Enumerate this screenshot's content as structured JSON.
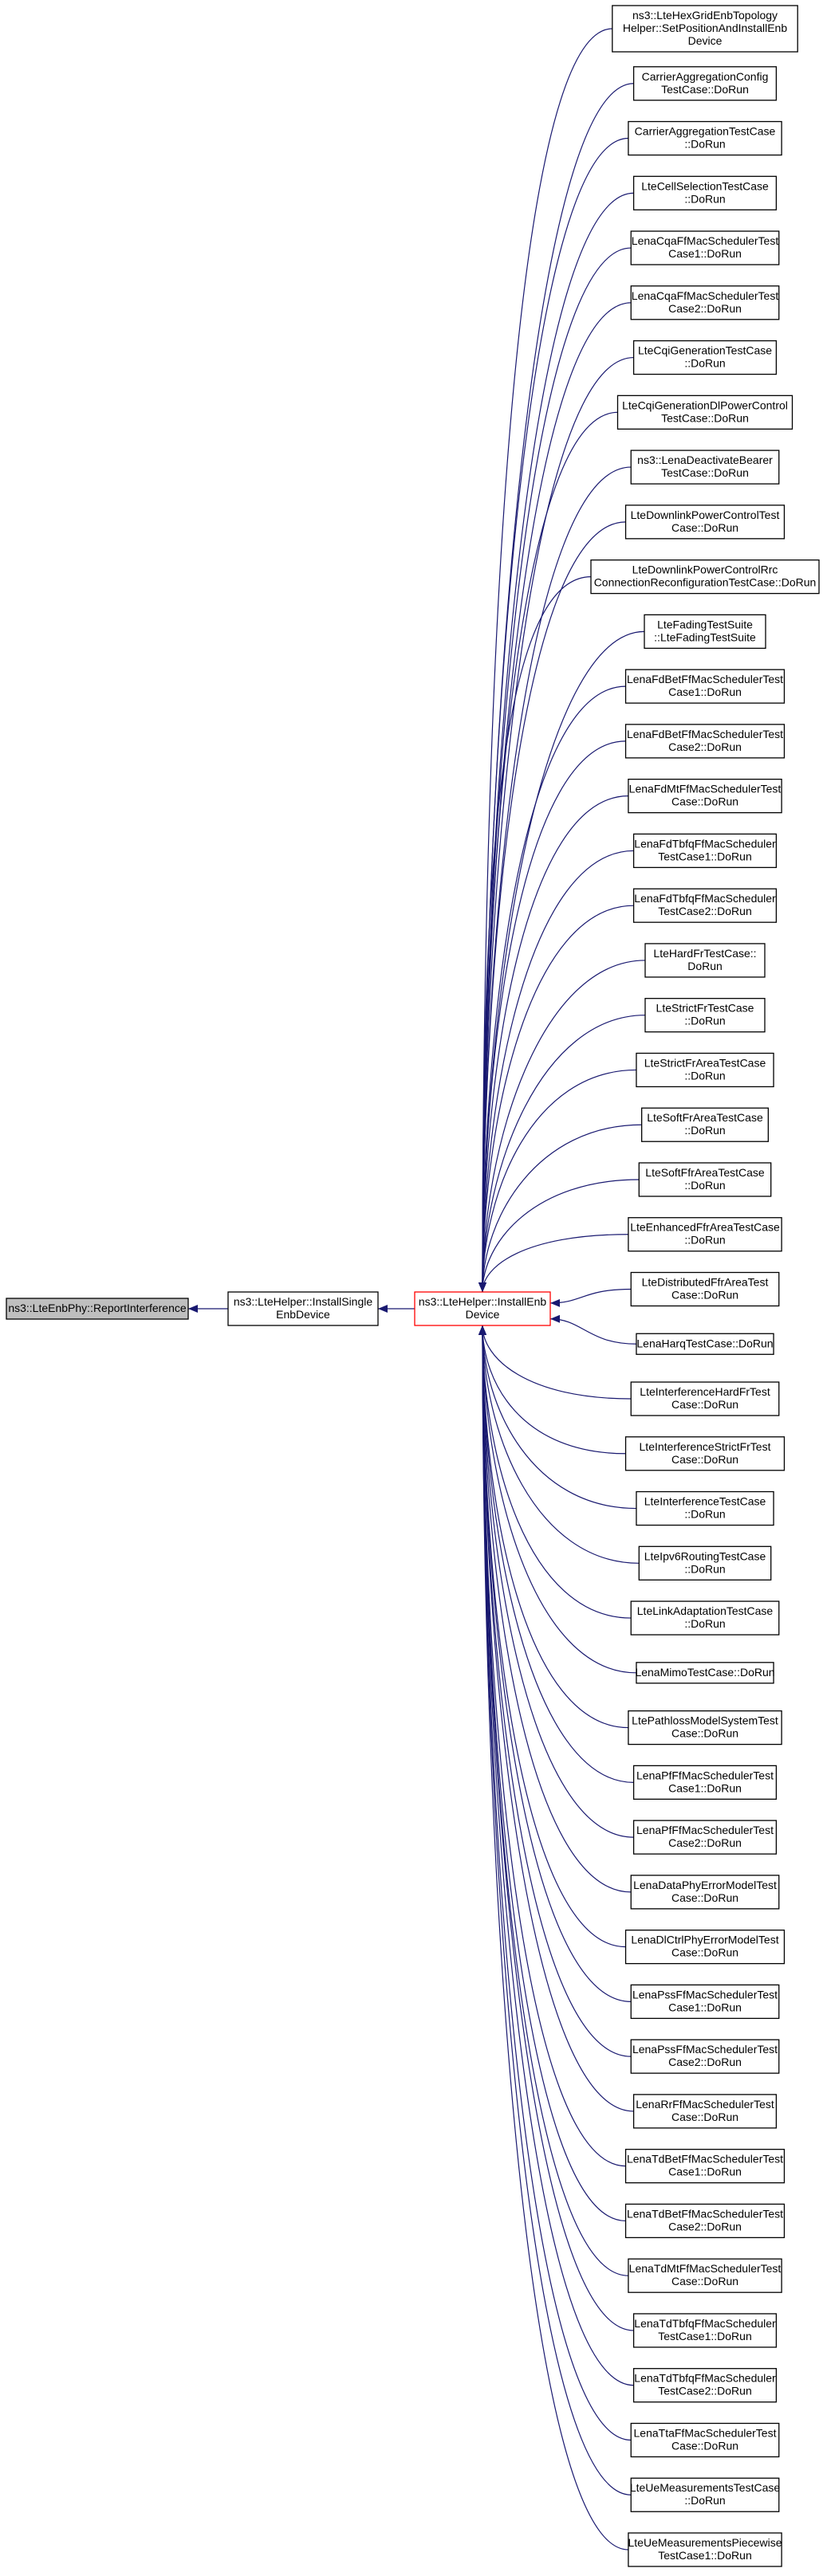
{
  "colors": {
    "edge": "#191970",
    "node_border": "#000000",
    "focus_border": "#ff0000",
    "focus_fill": "#bfbfbf",
    "node_fill": "#ffffff"
  },
  "root": {
    "lines": [
      "ns3::LteEnbPhy::ReportInterference"
    ]
  },
  "intermediate": {
    "lines": [
      "ns3::LteHelper::InstallSingle",
      "EnbDevice"
    ]
  },
  "hub": {
    "lines": [
      "ns3::LteHelper::InstallEnb",
      "Device"
    ]
  },
  "callers": [
    {
      "lines": [
        "ns3::LteHexGridEnbTopology",
        "Helper::SetPositionAndInstallEnb",
        "Device"
      ]
    },
    {
      "lines": [
        "CarrierAggregationConfig",
        "TestCase::DoRun"
      ]
    },
    {
      "lines": [
        "CarrierAggregationTestCase",
        "::DoRun"
      ]
    },
    {
      "lines": [
        "LteCellSelectionTestCase",
        "::DoRun"
      ]
    },
    {
      "lines": [
        "LenaCqaFfMacSchedulerTest",
        "Case1::DoRun"
      ]
    },
    {
      "lines": [
        "LenaCqaFfMacSchedulerTest",
        "Case2::DoRun"
      ]
    },
    {
      "lines": [
        "LteCqiGenerationTestCase",
        "::DoRun"
      ]
    },
    {
      "lines": [
        "LteCqiGenerationDlPowerControl",
        "TestCase::DoRun"
      ]
    },
    {
      "lines": [
        "ns3::LenaDeactivateBearer",
        "TestCase::DoRun"
      ]
    },
    {
      "lines": [
        "LteDownlinkPowerControlTest",
        "Case::DoRun"
      ]
    },
    {
      "lines": [
        "LteDownlinkPowerControlRrc",
        "ConnectionReconfigurationTestCase::DoRun"
      ]
    },
    {
      "lines": [
        "LteFadingTestSuite",
        "::LteFadingTestSuite"
      ]
    },
    {
      "lines": [
        "LenaFdBetFfMacSchedulerTest",
        "Case1::DoRun"
      ]
    },
    {
      "lines": [
        "LenaFdBetFfMacSchedulerTest",
        "Case2::DoRun"
      ]
    },
    {
      "lines": [
        "LenaFdMtFfMacSchedulerTest",
        "Case::DoRun"
      ]
    },
    {
      "lines": [
        "LenaFdTbfqFfMacScheduler",
        "TestCase1::DoRun"
      ]
    },
    {
      "lines": [
        "LenaFdTbfqFfMacScheduler",
        "TestCase2::DoRun"
      ]
    },
    {
      "lines": [
        "LteHardFrTestCase::",
        "DoRun"
      ]
    },
    {
      "lines": [
        "LteStrictFrTestCase",
        "::DoRun"
      ]
    },
    {
      "lines": [
        "LteStrictFrAreaTestCase",
        "::DoRun"
      ]
    },
    {
      "lines": [
        "LteSoftFrAreaTestCase",
        "::DoRun"
      ]
    },
    {
      "lines": [
        "LteSoftFfrAreaTestCase",
        "::DoRun"
      ]
    },
    {
      "lines": [
        "LteEnhancedFfrAreaTestCase",
        "::DoRun"
      ]
    },
    {
      "lines": [
        "LteDistributedFfrAreaTest",
        "Case::DoRun"
      ]
    },
    {
      "lines": [
        "LenaHarqTestCase::DoRun"
      ]
    },
    {
      "lines": [
        "LteInterferenceHardFrTest",
        "Case::DoRun"
      ]
    },
    {
      "lines": [
        "LteInterferenceStrictFrTest",
        "Case::DoRun"
      ]
    },
    {
      "lines": [
        "LteInterferenceTestCase",
        "::DoRun"
      ]
    },
    {
      "lines": [
        "LteIpv6RoutingTestCase",
        "::DoRun"
      ]
    },
    {
      "lines": [
        "LteLinkAdaptationTestCase",
        "::DoRun"
      ]
    },
    {
      "lines": [
        "LenaMimoTestCase::DoRun"
      ]
    },
    {
      "lines": [
        "LtePathlossModelSystemTest",
        "Case::DoRun"
      ]
    },
    {
      "lines": [
        "LenaPfFfMacSchedulerTest",
        "Case1::DoRun"
      ]
    },
    {
      "lines": [
        "LenaPfFfMacSchedulerTest",
        "Case2::DoRun"
      ]
    },
    {
      "lines": [
        "LenaDataPhyErrorModelTest",
        "Case::DoRun"
      ]
    },
    {
      "lines": [
        "LenaDlCtrlPhyErrorModelTest",
        "Case::DoRun"
      ]
    },
    {
      "lines": [
        "LenaPssFfMacSchedulerTest",
        "Case1::DoRun"
      ]
    },
    {
      "lines": [
        "LenaPssFfMacSchedulerTest",
        "Case2::DoRun"
      ]
    },
    {
      "lines": [
        "LenaRrFfMacSchedulerTest",
        "Case::DoRun"
      ]
    },
    {
      "lines": [
        "LenaTdBetFfMacSchedulerTest",
        "Case1::DoRun"
      ]
    },
    {
      "lines": [
        "LenaTdBetFfMacSchedulerTest",
        "Case2::DoRun"
      ]
    },
    {
      "lines": [
        "LenaTdMtFfMacSchedulerTest",
        "Case::DoRun"
      ]
    },
    {
      "lines": [
        "LenaTdTbfqFfMacScheduler",
        "TestCase1::DoRun"
      ]
    },
    {
      "lines": [
        "LenaTdTbfqFfMacScheduler",
        "TestCase2::DoRun"
      ]
    },
    {
      "lines": [
        "LenaTtaFfMacSchedulerTest",
        "Case::DoRun"
      ]
    },
    {
      "lines": [
        "LteUeMeasurementsTestCase",
        "::DoRun"
      ]
    },
    {
      "lines": [
        "LteUeMeasurementsPiecewise",
        "TestCase1::DoRun"
      ]
    }
  ]
}
